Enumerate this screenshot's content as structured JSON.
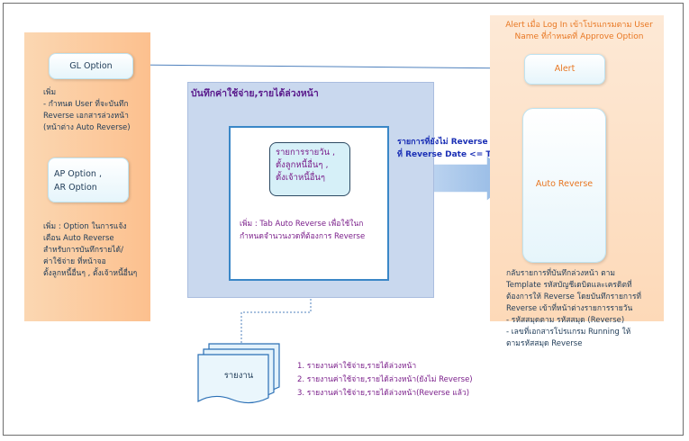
{
  "left": {
    "gl_option": "GL Option",
    "note1": "เพิ่ม\n  - กำหนด User ที่จะบันทึก\n  Reverse  เอกสารล่วงหน้า\n  (หน้าต่าง Auto Reverse)",
    "ap_ar_option": "AP Option ,\nAR Option",
    "note2": "เพิ่ม : Option ในการแจ้ง\nเตือน Auto Reverse\nสำหรับการบันทึกรายได้/\nค่าใช้จ่าย ที่หน้าจอ\nตั้งลูกหนี้อื่นๆ , ตั้งเจ้าหนี้อื่นๆ"
  },
  "center": {
    "title": "บันทึกค่าใช้จ่าย,รายได้ล่วงหน้า",
    "day_box": "รายการรายวัน ,\nตั้งลูกหนี้อื่นๆ ,\nตั้งเจ้าหนี้อื่นๆ",
    "note": "เพิ่ม : Tab Auto Reverse เพื่อใช้ในก\nกำหนดจำนวนงวดที่ต้องการ Reverse"
  },
  "arrow_label": "รายการที่ยังไม่ Reverse\nที่ Reverse Date <= Today",
  "right": {
    "top_note": "Alert เมื่อ Log In เข้าโปรแกรมตาม User\nName ที่กำหนดที่ Approve Option",
    "alert": "Alert",
    "auto_reverse": "Auto Reverse",
    "note": "กลับรายการที่บันทึกล่วงหน้า ตาม\nTemplate รหัสบัญชีเดบิตและเครดิตที่\nต้องการให้ Reverse โดยบันทึกรายการที่\n Reverse เข้าที่หน้าต่างรายการรายวัน\n -  รหัสสมุดตาม รหัสสมุด (Reverse)\n -    เลขที่เอกสารโปรแกรม Running ให้\n    ตามรหัสสมุด Reverse"
  },
  "report": {
    "label": "รายงาน",
    "items": [
      "1. รายงานค่าใช้จ่าย,รายได้ล่วงหน้า",
      "2. รายงานค่าใช้จ่าย,รายได้ล่วงหน้า(ยังไม่ Reverse)",
      "3. รายงานค่าใช้จ่าย,รายได้ล่วงหน้า(Reverse แล้ว)"
    ]
  }
}
